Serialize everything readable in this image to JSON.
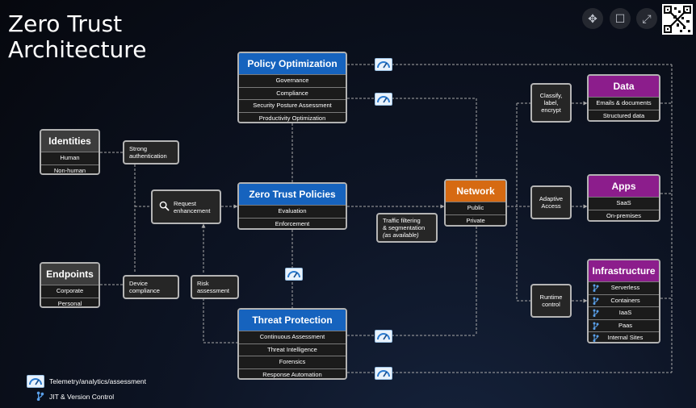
{
  "title_line1": "Zero Trust",
  "title_line2": "Architecture",
  "controls": [
    {
      "name": "move-icon",
      "glyph": "✥"
    },
    {
      "name": "square-icon",
      "glyph": "☐"
    },
    {
      "name": "fullscreen-icon",
      "glyph": "⤢"
    }
  ],
  "identities": {
    "title": "Identities",
    "items": [
      "Human",
      "Non-human"
    ]
  },
  "endpoints": {
    "title": "Endpoints",
    "items": [
      "Corporate",
      "Personal"
    ]
  },
  "policy_optimization": {
    "title": "Policy Optimization",
    "items": [
      "Governance",
      "Compliance",
      "Security Posture Assessment",
      "Productivity Optimization"
    ]
  },
  "zero_trust_policies": {
    "title": "Zero Trust Policies",
    "items": [
      "Evaluation",
      "Enforcement"
    ]
  },
  "threat_protection": {
    "title": "Threat Protection",
    "items": [
      "Continuous Assessment",
      "Threat Intelligence",
      "Forensics",
      "Response Automation"
    ]
  },
  "network": {
    "title": "Network",
    "items": [
      "Public",
      "Private"
    ]
  },
  "data_box": {
    "title": "Data",
    "items": [
      "Emails & documents",
      "Structured data"
    ]
  },
  "apps": {
    "title": "Apps",
    "items": [
      "SaaS",
      "On-premises"
    ]
  },
  "infrastructure": {
    "title": "Infrastructure",
    "items": [
      "Serverless",
      "Containers",
      "IaaS",
      "Paas",
      "Internal Sites"
    ]
  },
  "labels": {
    "strong_auth_1": "Strong",
    "strong_auth_2": "authentication",
    "device_compliance_1": "Device",
    "device_compliance_2": "compliance",
    "request_enh_1": "Request",
    "request_enh_2": "enhancement",
    "risk_1": "Risk",
    "risk_2": "assessment",
    "traffic_1": "Traffic filtering",
    "traffic_2": "& segmentation",
    "traffic_3": "(as available)",
    "classify_1": "Classify,",
    "classify_2": "label,",
    "classify_3": "encrypt",
    "adaptive_1": "Adaptive",
    "adaptive_2": "Access",
    "runtime_1": "Runtime",
    "runtime_2": "control"
  },
  "legend": {
    "telemetry": "Telemetry/analytics/assessment",
    "jit": "JIT & Version Control"
  },
  "colors": {
    "blue": "#1663be",
    "orange": "#d66a12",
    "purple": "#8c1d8c",
    "gray": "#3d3d3d",
    "wire": "#a8a8a8"
  }
}
